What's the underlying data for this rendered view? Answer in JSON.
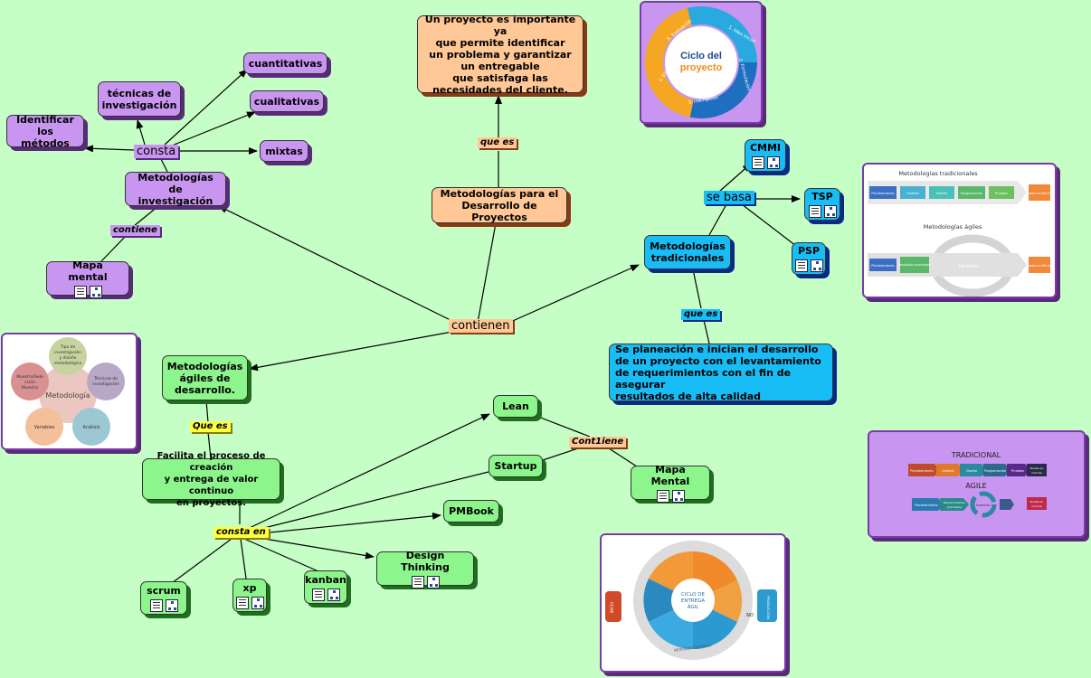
{
  "nodes": {
    "metodologias_desarrollo": "Metodologías para el\nDesarrollo de Proyectos",
    "definicion": "Un proyecto es importante ya\nque permite identificar\nun problema y garantizar\nun entregable\nque satisfaga las\nnecesidades del cliente.",
    "metodologias_investigacion": "Metodologías de\ninvestigación",
    "identificar_metodos": "Identificar\nlos métodos",
    "tecnicas_investigacion": "técnicas de\ninvestigación",
    "cuantitativas": "cuantitativas",
    "cualitativas": "cualitativas",
    "mixtas": "mixtas",
    "mapa_mental_1": "Mapa mental",
    "metodologias_tradicionales": "Metodologías\ntradicionales",
    "cmmi": "CMMI",
    "tsp": "TSP",
    "psp": "PSP",
    "tradicionales_def": "Se planeación e inician el desarrollo\n de un proyecto con el levantamiento\nde requerimientos con el fin de asegurar\n resultados de alta calidad",
    "metodologias_agiles": "Metodologías\nágiles de\ndesarrollo.",
    "agiles_def": "Facilita el proceso de creación\ny entrega de valor continuo\nen proyectos.",
    "lean": "Lean",
    "startup": "Startup",
    "pmbook": "PMBook",
    "design_thinking": "Design Thinking",
    "mapa_mental_2": "Mapa Mental",
    "scrum": "scrum",
    "xp": "xp",
    "kanban": "kanban"
  },
  "labels": {
    "contienen": "contienen",
    "que_es_top": "que es",
    "consta": "consta",
    "contiene": "contiene",
    "se_basa": "se basa",
    "que_es_trad": "que es",
    "que_es_agil": "Que es",
    "consta_en": "consta en",
    "contiene_lean": "Cont1iene"
  },
  "ciclo_panel": {
    "center": "Ciclo del\nproyecto",
    "segments": [
      "1. Idea inicial",
      "2. Formulación",
      "3. Inscripción",
      "4. Ejecución",
      "5. Evaluación"
    ]
  },
  "metodologia_panel": {
    "center": "Metodología",
    "circles": [
      "Tipo de investigación y diseño metodológico",
      "Técnicas de investigación",
      "Análisis",
      "Variables",
      "Muestra/Sele cción Muestra"
    ]
  },
  "trad_agil_panel": {
    "title_trad": "Metodologías tradicionales",
    "trad_steps": [
      "Planteamiento",
      "Análisis",
      "Diseño",
      "Programación",
      "Pruebas",
      "Puesta en Marcha"
    ],
    "title_agil": "Metodologías ágiles",
    "agil_steps": [
      "Planteamiento",
      "Requisitos priorizados",
      "Iteración",
      "Puesta en Marcha"
    ]
  },
  "tradicional_agile_panel": {
    "title_trad": "TRADICIONAL",
    "trad_steps": [
      "Planteamiento",
      "Análisis",
      "Diseño",
      "Programación",
      "Pruebas",
      "Puesta en marcha"
    ],
    "title_agile": "AGILE",
    "agile_steps": [
      "Planteamiento",
      "Requerimientos priorizados",
      "Iteración",
      "Puesta en marcha"
    ]
  },
  "entrega_panel": {
    "center": "CICLO DE\nENTREGA\nÁGIL",
    "left_tab": "INICIO",
    "right_tab": "PRODUCCIÓN",
    "no_label": "NO",
    "bottom_text": "REVISIÓN CONTINUA"
  },
  "colors": {
    "background": "#c6ffc6",
    "purple": "#c896f0",
    "orange": "#ffc896",
    "blue": "#19bdf5",
    "green": "#8cf58c",
    "yellow": "#ffff40"
  }
}
